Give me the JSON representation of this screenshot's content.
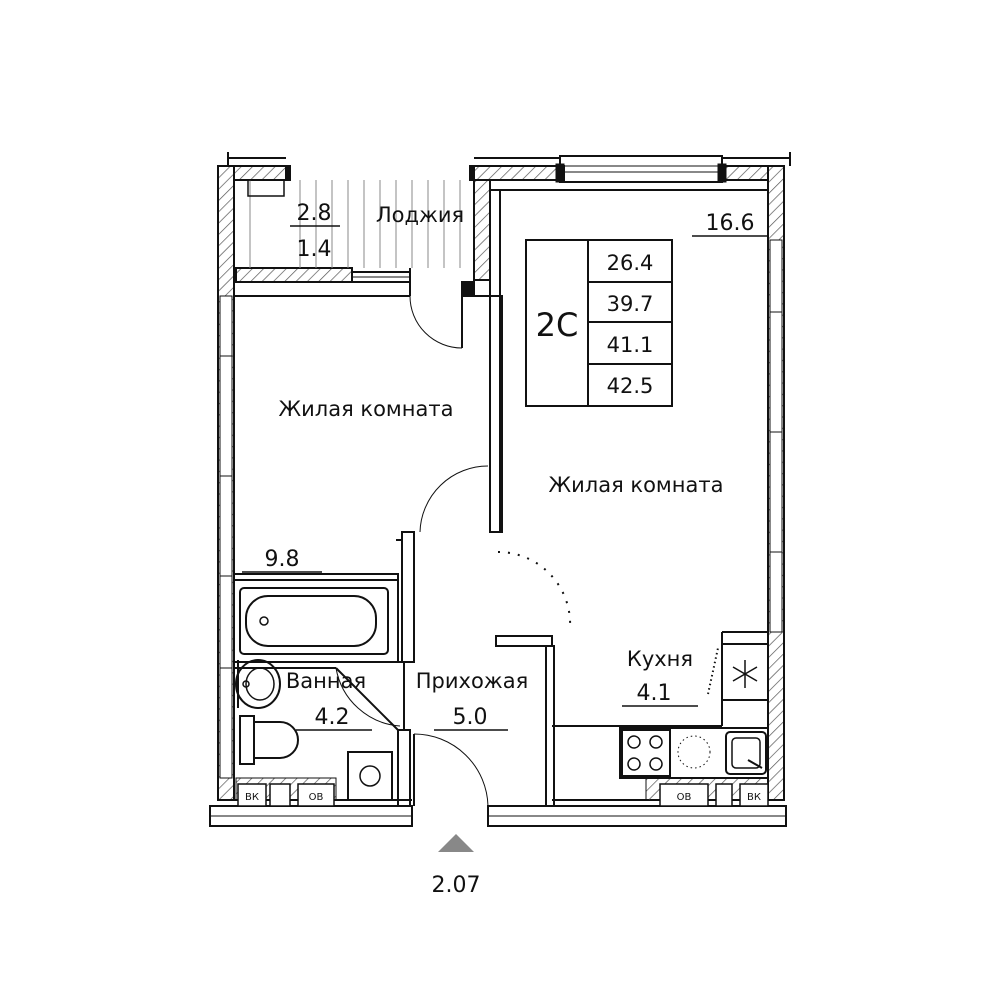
{
  "colors": {
    "line": "#111111",
    "hatch": "#555555",
    "background": "#ffffff"
  },
  "summary": {
    "type_code": "2С",
    "areas": [
      "26.4",
      "39.7",
      "41.1",
      "42.5"
    ]
  },
  "rooms": {
    "loggia": {
      "name": "Лоджия",
      "area_top": "2.8",
      "area_bottom": "1.4"
    },
    "living_1": {
      "name": "Жилая комната",
      "area": "9.8"
    },
    "living_2": {
      "name": "Жилая комната",
      "area": "16.6"
    },
    "kitchen": {
      "name": "Кухня",
      "area": "4.1"
    },
    "bathroom": {
      "name": "Ванная",
      "area": "4.2"
    },
    "hallway": {
      "name": "Прихожая",
      "area": "5.0"
    }
  },
  "fixtures": {
    "vk_label": "ВК",
    "ov_label": "ОВ"
  },
  "entrance": {
    "height": "2.07",
    "icon": "entrance-triangle-icon"
  }
}
